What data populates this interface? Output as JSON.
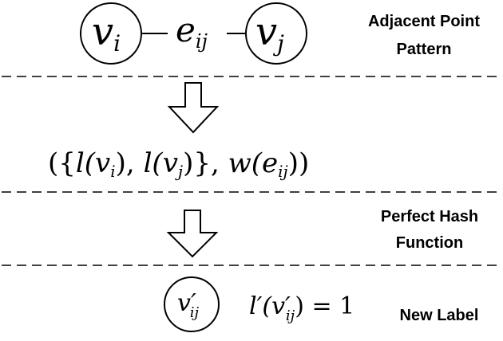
{
  "pattern": {
    "node_i": {
      "base": "v",
      "sub": "i"
    },
    "edge": {
      "base": "e",
      "sub": "ij"
    },
    "node_j": {
      "base": "v",
      "sub": "j"
    },
    "label_line1": "Adjacent Point",
    "label_line2": "Pattern"
  },
  "tuple": {
    "open": "({",
    "l1": "l(v",
    "l1_sub": "i",
    "sep1": "), ",
    "l2": "l(v",
    "l2_sub": "j",
    "sep2": ")}, ",
    "w": "w(e",
    "w_sub": "ij",
    "close": "))"
  },
  "hash": {
    "label_line1": "Perfect Hash",
    "label_line2": "Function"
  },
  "result": {
    "node": {
      "base": "v′",
      "sub": "ij"
    },
    "eq_left": "l′(v′",
    "eq_sub": "ij",
    "eq_right": ") = 1",
    "label": "New Label"
  }
}
